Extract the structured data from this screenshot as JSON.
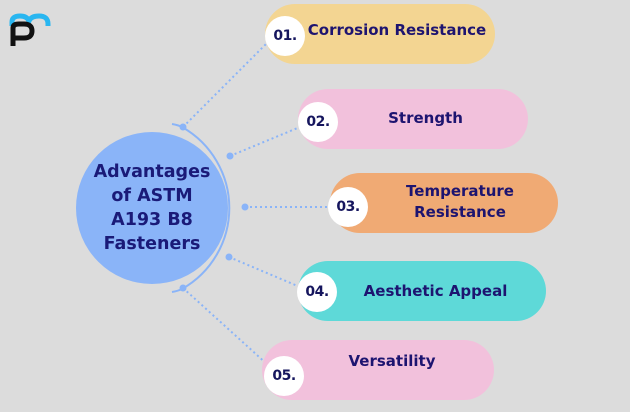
{
  "logo": {
    "icon": "pm-logo-icon",
    "colors": {
      "top": "#29b6f0",
      "bottom": "#111111"
    }
  },
  "background": "#dcdcdc",
  "hub": {
    "title": "Advantages\nof ASTM\nA193 B8\nFasteners",
    "color": "#8ab4f8",
    "text_color": "#1a1a78"
  },
  "connector_color": "#8ab4f8",
  "items": [
    {
      "number": "01.",
      "label": "Corrosion Resistance",
      "color": "#f3d592"
    },
    {
      "number": "02.",
      "label": "Strength",
      "color": "#f2c1dc"
    },
    {
      "number": "03.",
      "label": "Temperature\nResistance",
      "color": "#f0aa74"
    },
    {
      "number": "04.",
      "label": "Aesthetic Appeal",
      "color": "#5ed9d8"
    },
    {
      "number": "05.",
      "label": "Versatility",
      "color": "#f2c1dc"
    }
  ]
}
